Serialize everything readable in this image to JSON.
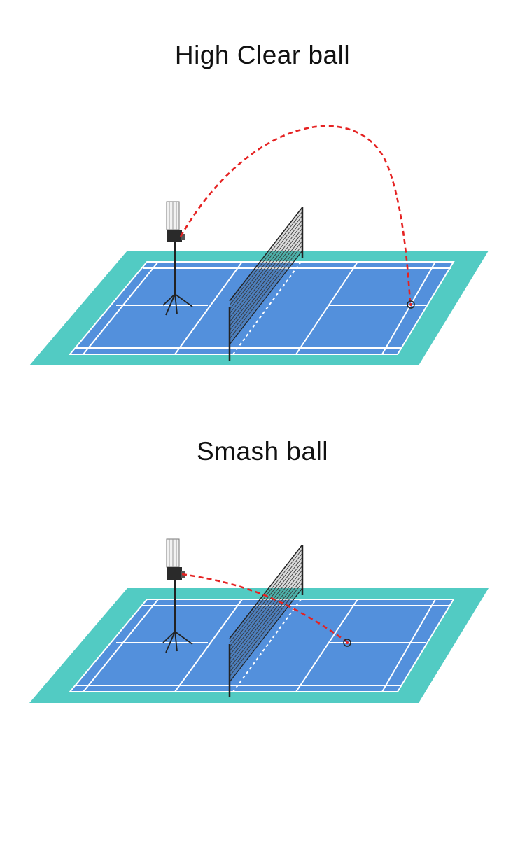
{
  "diagrams": [
    {
      "title": "High Clear ball",
      "shot_type": "high-clear",
      "trajectory_color": "#e52222"
    },
    {
      "title": "Smash ball",
      "shot_type": "smash",
      "trajectory_color": "#e52222"
    }
  ],
  "colors": {
    "surround": "#52cbc3",
    "court": "#5390dc",
    "lines": "#ffffff",
    "net": "#333333",
    "machine": "#2a2a2a"
  }
}
